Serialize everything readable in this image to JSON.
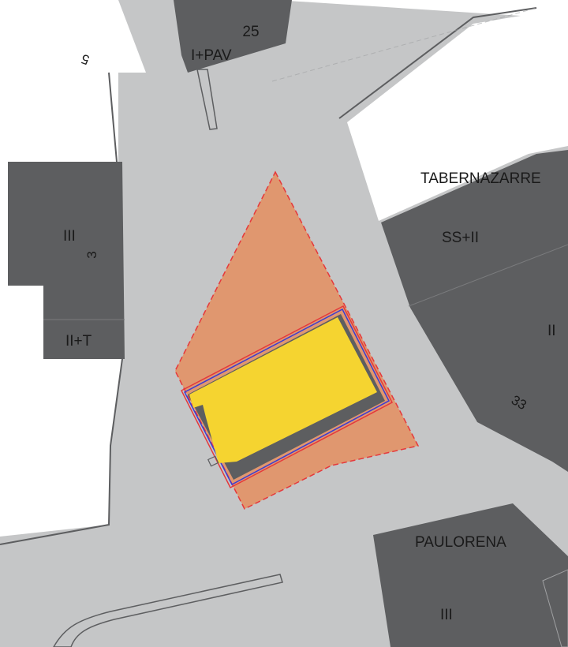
{
  "colors": {
    "street": "#c5c6c7",
    "building": "#5d5e60",
    "open_land": "#ffffff",
    "parcel_fill": "#e0976f",
    "parcel_outline": "#e5383b",
    "plot_outline_blue": "#3b3bd1",
    "plot_fill": "#f5d430",
    "label_text": "#1a1a1a"
  },
  "labels": {
    "street_name_1": "TABERNAZARRE",
    "street_name_2": "PAULORENA",
    "floors_top": "I+PAV",
    "number_25": "25",
    "number_5": "5",
    "floors_left": "III",
    "number_3": "3",
    "floors_left_low": "II+T",
    "floors_right_top": "SS+II",
    "floors_right": "II",
    "number_33": "33",
    "floors_bottom": "III"
  }
}
